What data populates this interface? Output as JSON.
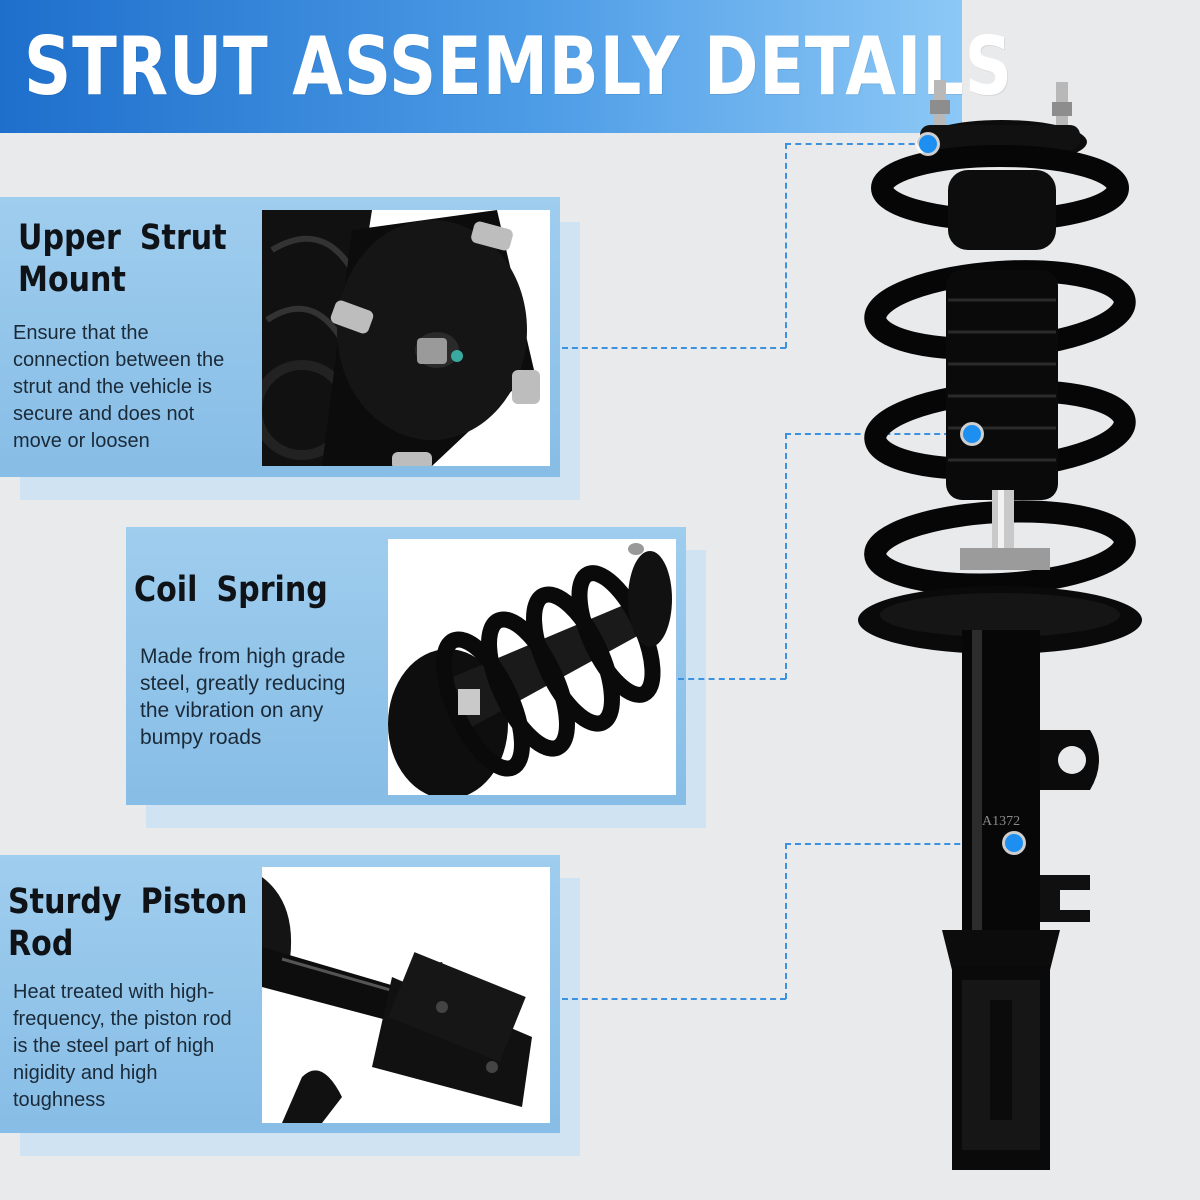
{
  "banner": {
    "title": "STRUT ASSEMBLY DETAILS"
  },
  "features": [
    {
      "title": "Upper Strut\nMount",
      "text": "Ensure that the connection between the strut and the vehicle is secure and does not move or loosen"
    },
    {
      "title": "Coil Spring",
      "text": "Made from high grade steel, greatly reducing the vibration on any bumpy roads"
    },
    {
      "title": "Sturdy Piston\nRod",
      "text": "Heat treated with high-frequency, the piston rod is the steel part of high nigidity and high toughness"
    }
  ],
  "product": {
    "part_number": "A1372"
  },
  "colors": {
    "banner_start": "#1e6fcc",
    "banner_end": "#8cc8f6",
    "card": "#93c5ea",
    "dot": "#1d8ff0",
    "steel": "#0b0b0b"
  }
}
